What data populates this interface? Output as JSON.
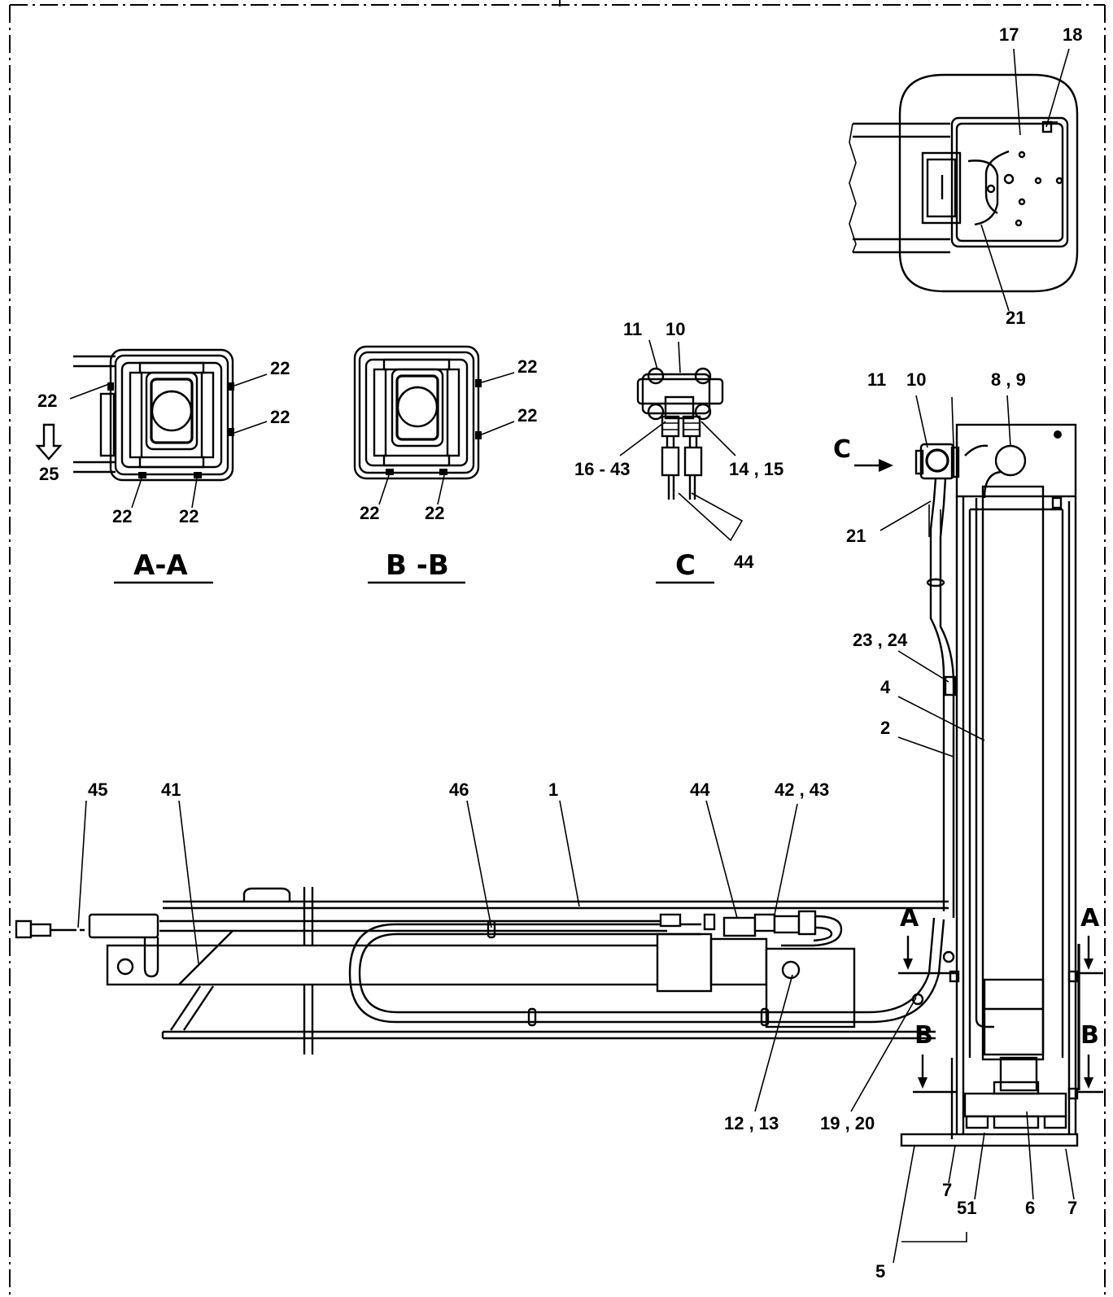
{
  "section_titles": {
    "aa": "A-A",
    "bb": "B -B",
    "c": "C"
  },
  "view_arrows": {
    "a": "A",
    "b": "B",
    "c": "C"
  },
  "top_view": {
    "l17": "17",
    "l18": "18",
    "l21": "21"
  },
  "view_aa": {
    "l22": "22",
    "l25": "25"
  },
  "view_bb": {
    "l22": "22"
  },
  "view_c": {
    "l11": "11",
    "l10": "10",
    "l16_43": "16 - 43",
    "l14_15": "14 , 15",
    "l44": "44"
  },
  "column": {
    "l11": "11",
    "l10": "10",
    "l8_9": "8 , 9",
    "l21": "21",
    "l23_24": "23 , 24",
    "l4": "4",
    "l2": "2",
    "l7": "7",
    "l51": "51",
    "l6": "6",
    "l5": "5"
  },
  "boom": {
    "l45": "45",
    "l41": "41",
    "l46": "46",
    "l1": "1",
    "l44": "44",
    "l42_43": "42 , 43",
    "l12_13": "12 , 13",
    "l19_20": "19 , 20"
  }
}
